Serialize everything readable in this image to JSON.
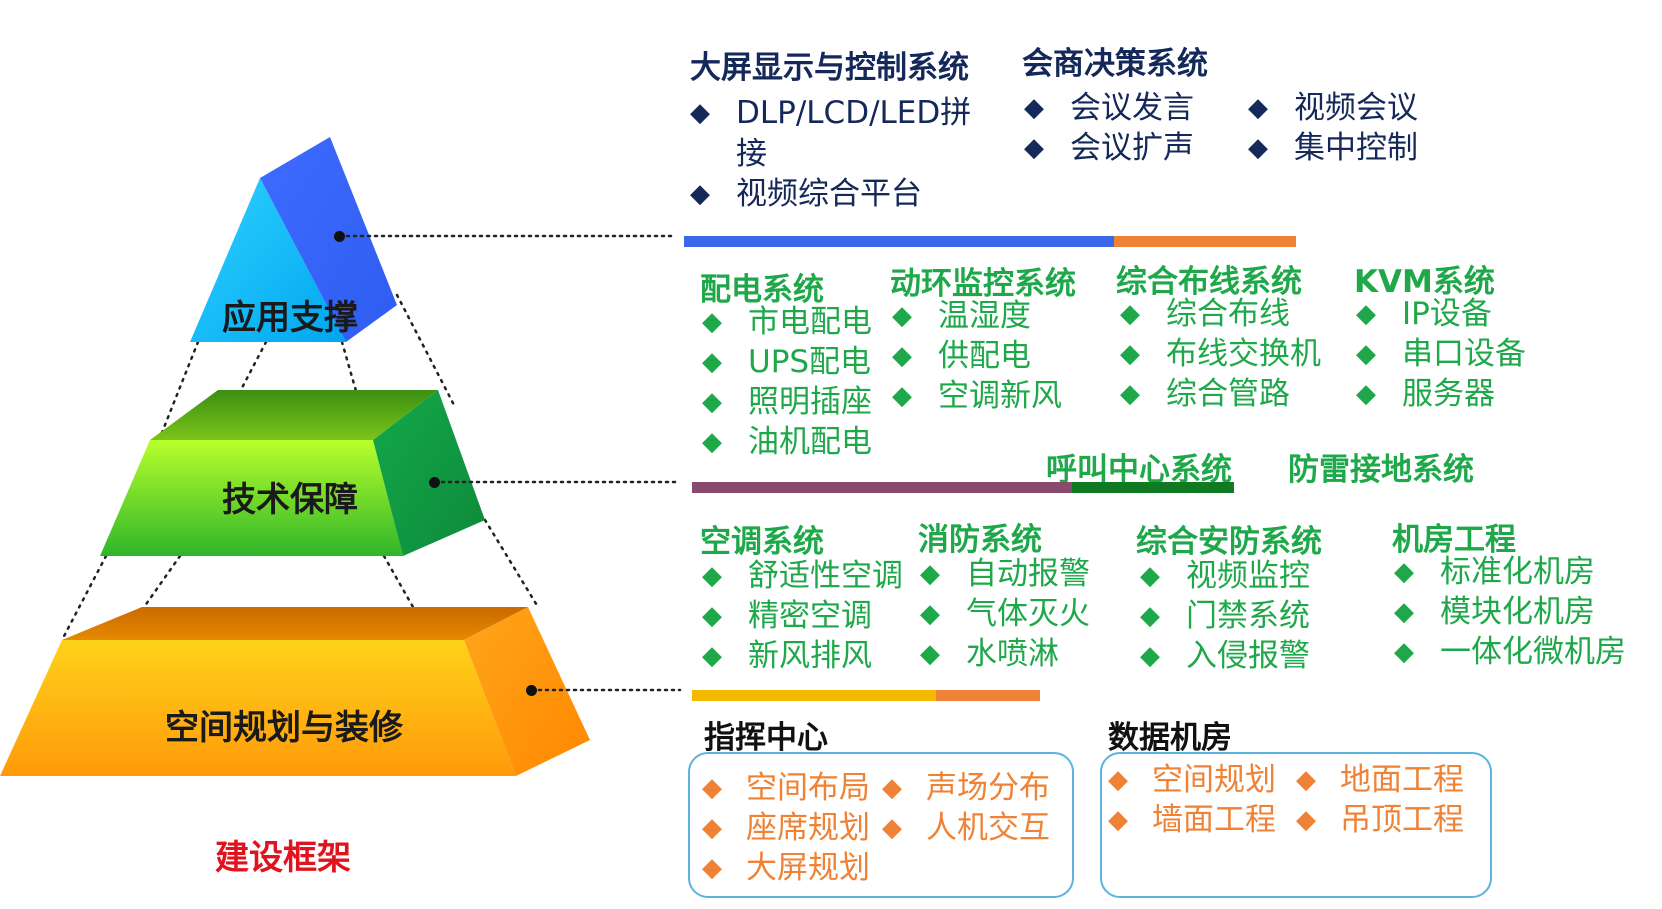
{
  "footer_title": "建设框架",
  "pyramid": {
    "top_label": "应用支撑",
    "middle_label": "技术保障",
    "bottom_label": "空间规划与装修"
  },
  "application_support": {
    "large_screen": {
      "title": "大屏显示与控制系统",
      "items": [
        "DLP/LCD/LED拼接",
        "视频综合平台"
      ]
    },
    "conference": {
      "title": "会商决策系统",
      "items_left": [
        "会议发言",
        "会议扩声"
      ],
      "items_right": [
        "视频会议",
        "集中控制"
      ]
    }
  },
  "technical_support": {
    "power": {
      "title": "配电系统",
      "items": [
        "市电配电",
        "UPS配电",
        "照明插座",
        "油机配电"
      ]
    },
    "env": {
      "title": "动环监控系统",
      "items": [
        "温湿度",
        "供配电",
        "空调新风"
      ]
    },
    "cabling": {
      "title": "综合布线系统",
      "items": [
        "综合布线",
        "布线交换机",
        "综合管路"
      ]
    },
    "kvm": {
      "title": "KVM系统",
      "items": [
        "IP设备",
        "串口设备",
        "服务器"
      ]
    },
    "call_center": {
      "title": "呼叫中心系统"
    },
    "lightning": {
      "title": "防雷接地系统"
    },
    "ac": {
      "title": "空调系统",
      "items": [
        "舒适性空调",
        "精密空调",
        "新风排风"
      ]
    },
    "fire": {
      "title": "消防系统",
      "items": [
        "自动报警",
        "气体灭火",
        "水喷淋"
      ]
    },
    "security": {
      "title": "综合安防系统",
      "items": [
        "视频监控",
        "门禁系统",
        "入侵报警"
      ]
    },
    "room": {
      "title": "机房工程",
      "items": [
        "标准化机房",
        "模块化机房",
        "一体化微机房"
      ]
    }
  },
  "space_planning": {
    "command_center": {
      "title": "指挥中心",
      "items_left": [
        "空间布局",
        "座席规划",
        "大屏规划"
      ],
      "items_right": [
        "声场分布",
        "人机交互"
      ]
    },
    "data_center": {
      "title": "数据机房",
      "items_left": [
        "空间规划",
        "墙面工程"
      ],
      "items_right": [
        "地面工程",
        "吊顶工程"
      ]
    }
  },
  "colors": {
    "navy": "#14285a",
    "green": "#1fa84a",
    "orange": "#ef8235",
    "red": "#e0141e",
    "bar_blue": "#3a68e8",
    "bar_orange": "#ef8235",
    "bar_purple": "#8a4a6e",
    "bar_green": "#0f7a22",
    "bar_yellow": "#f5b800",
    "box_border": "#5bb4e0"
  },
  "bullet_icon": "diamond-icon"
}
